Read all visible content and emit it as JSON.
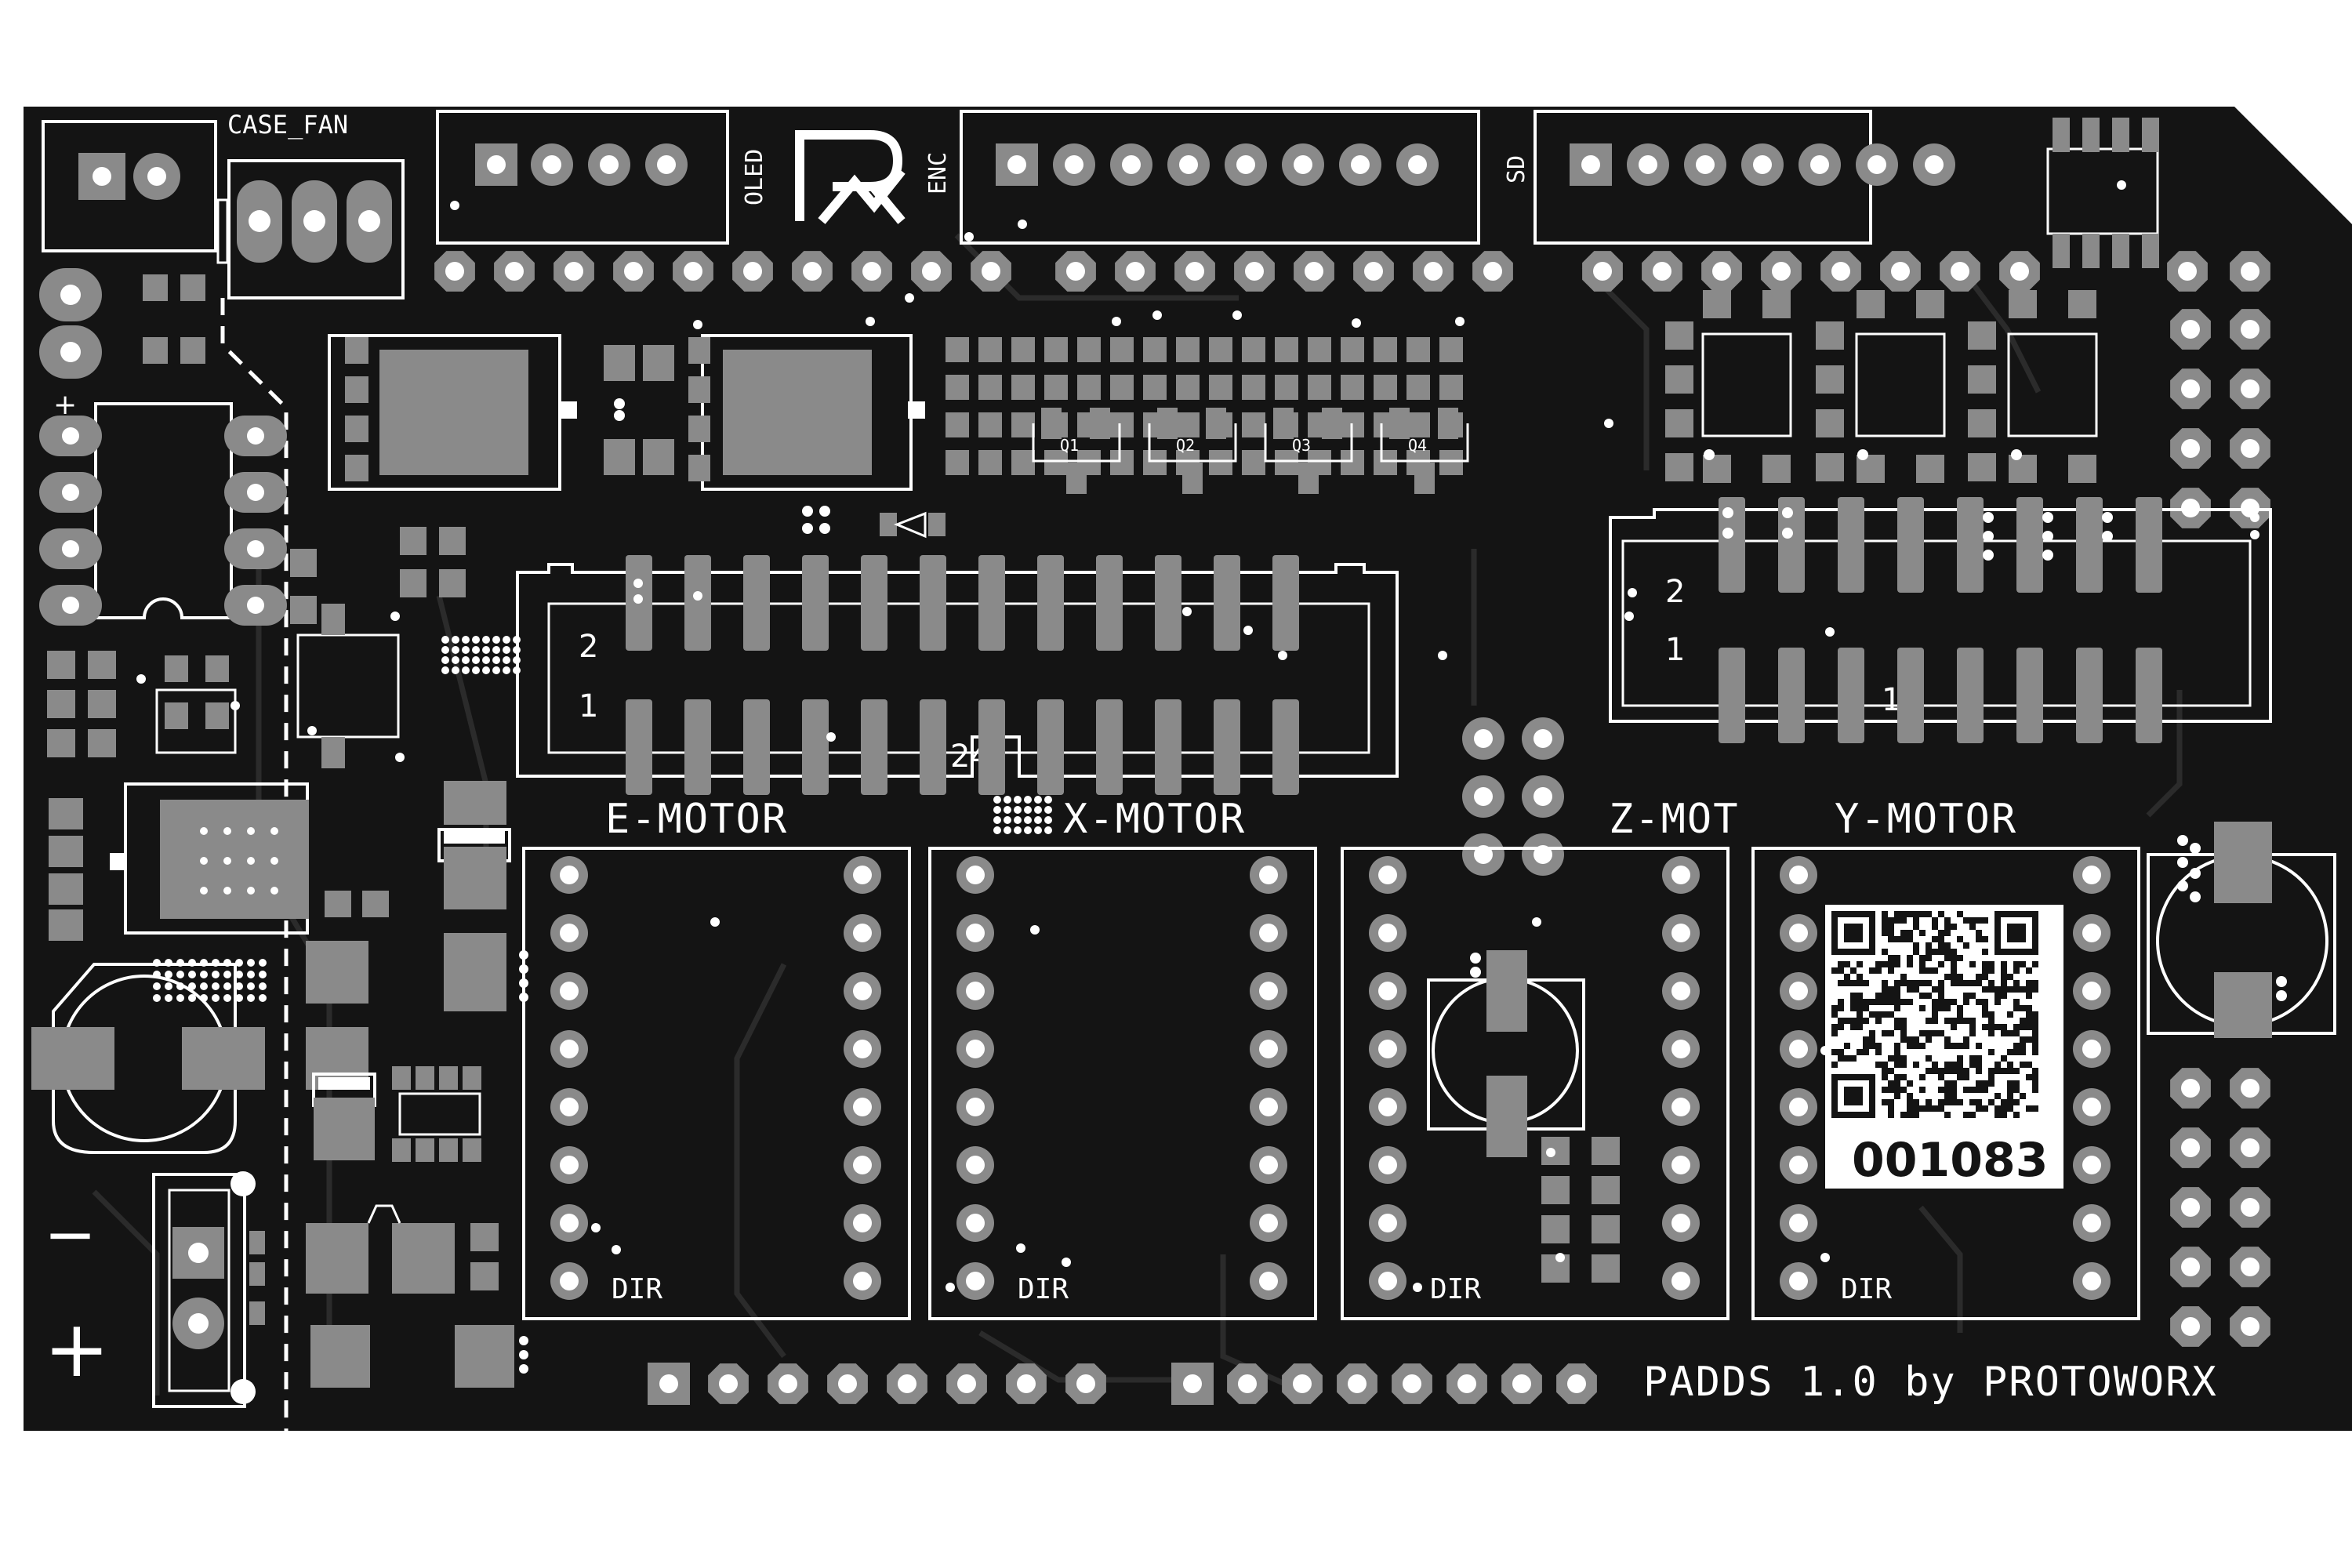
{
  "board": {
    "colors": {
      "soldermask": "#141414",
      "pad": "#8a8a8a",
      "silkscreen": "#ffffff",
      "trace": "#2b2b2b",
      "background": "#ffffff"
    },
    "logo_icon": "protoworx-logo-icon",
    "connectors": {
      "case_fan": "CASE_FAN",
      "oled": "OLED",
      "enc": "ENC",
      "sd": "SD"
    },
    "ribbon_left": {
      "row2": "2",
      "row1": "1",
      "count": "24"
    },
    "ribbon_right": {
      "row2": "2",
      "row1": "1",
      "count": "16"
    },
    "mosfets": [
      "Q1",
      "Q2",
      "Q3",
      "Q4"
    ],
    "motors": [
      {
        "label": "E-MOTOR",
        "dir": "DIR"
      },
      {
        "label": "X-MOTOR",
        "dir": "DIR"
      },
      {
        "label": "Z-MOT",
        "dir": "DIR"
      },
      {
        "label": "Y-MOTOR",
        "dir": "DIR"
      }
    ],
    "serial": "001083",
    "power": {
      "minus": "−",
      "plus": "+",
      "plus_small": "+"
    },
    "footer": "PADDS 1.0 by PROTOWORX"
  }
}
